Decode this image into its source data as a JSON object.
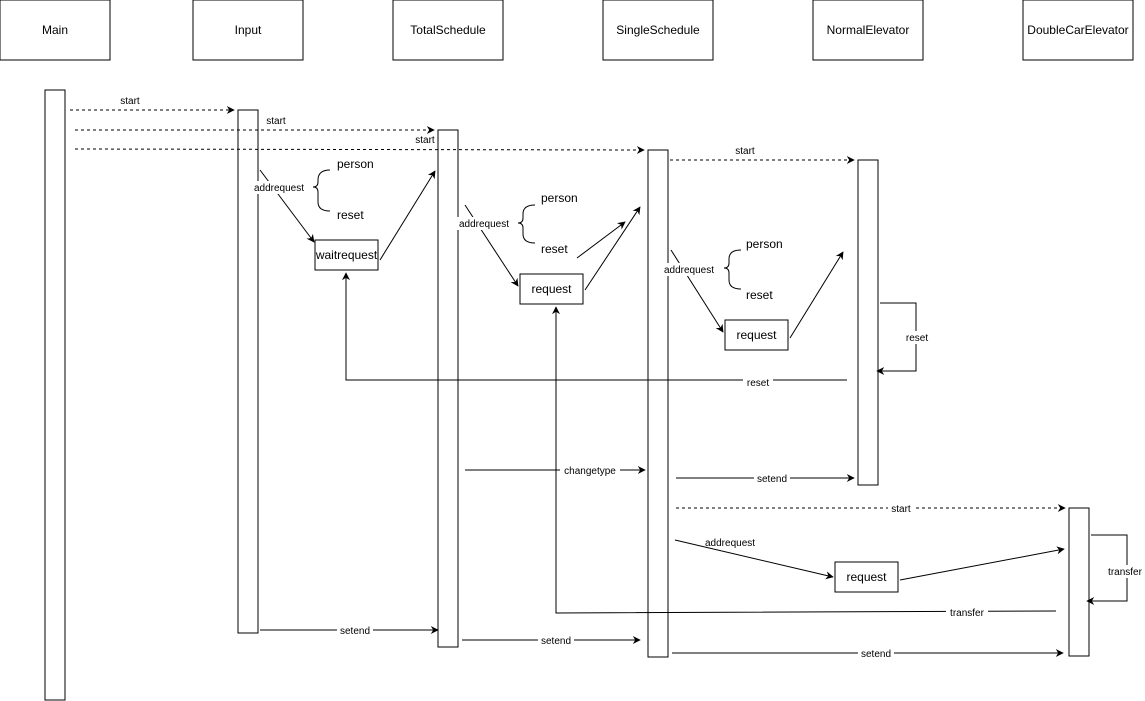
{
  "participants": {
    "main": "Main",
    "input": "Input",
    "total": "TotalSchedule",
    "single": "SingleSchedule",
    "normal": "NormalElevator",
    "double": "DoubleCarElevator"
  },
  "messages": {
    "main_start_input": "start",
    "main_start_total": "start",
    "main_start_single": "start",
    "single_start_normal": "start",
    "input_addrequest": "addrequest",
    "total_addrequest": "addrequest",
    "single_addrequest_normal": "addrequest",
    "normal_reset_self": "reset",
    "normal_reset_back": "reset",
    "total_changetype": "changetype",
    "single_setend_normal": "setend",
    "single_start_double": "start",
    "single_addrequest_double": "addrequest",
    "double_transfer_self": "transfer",
    "double_transfer_back": "transfer",
    "input_setend": "setend",
    "total_setend": "setend",
    "single_setend_double": "setend"
  },
  "nodes": {
    "waitrequest": "waitrequest",
    "request_total": "request",
    "request_single": "request",
    "request_double": "request"
  },
  "braces": {
    "input": {
      "top": "person",
      "bottom": "reset"
    },
    "total": {
      "top": "person",
      "bottom": "reset"
    },
    "single": {
      "top": "person",
      "bottom": "reset"
    }
  }
}
